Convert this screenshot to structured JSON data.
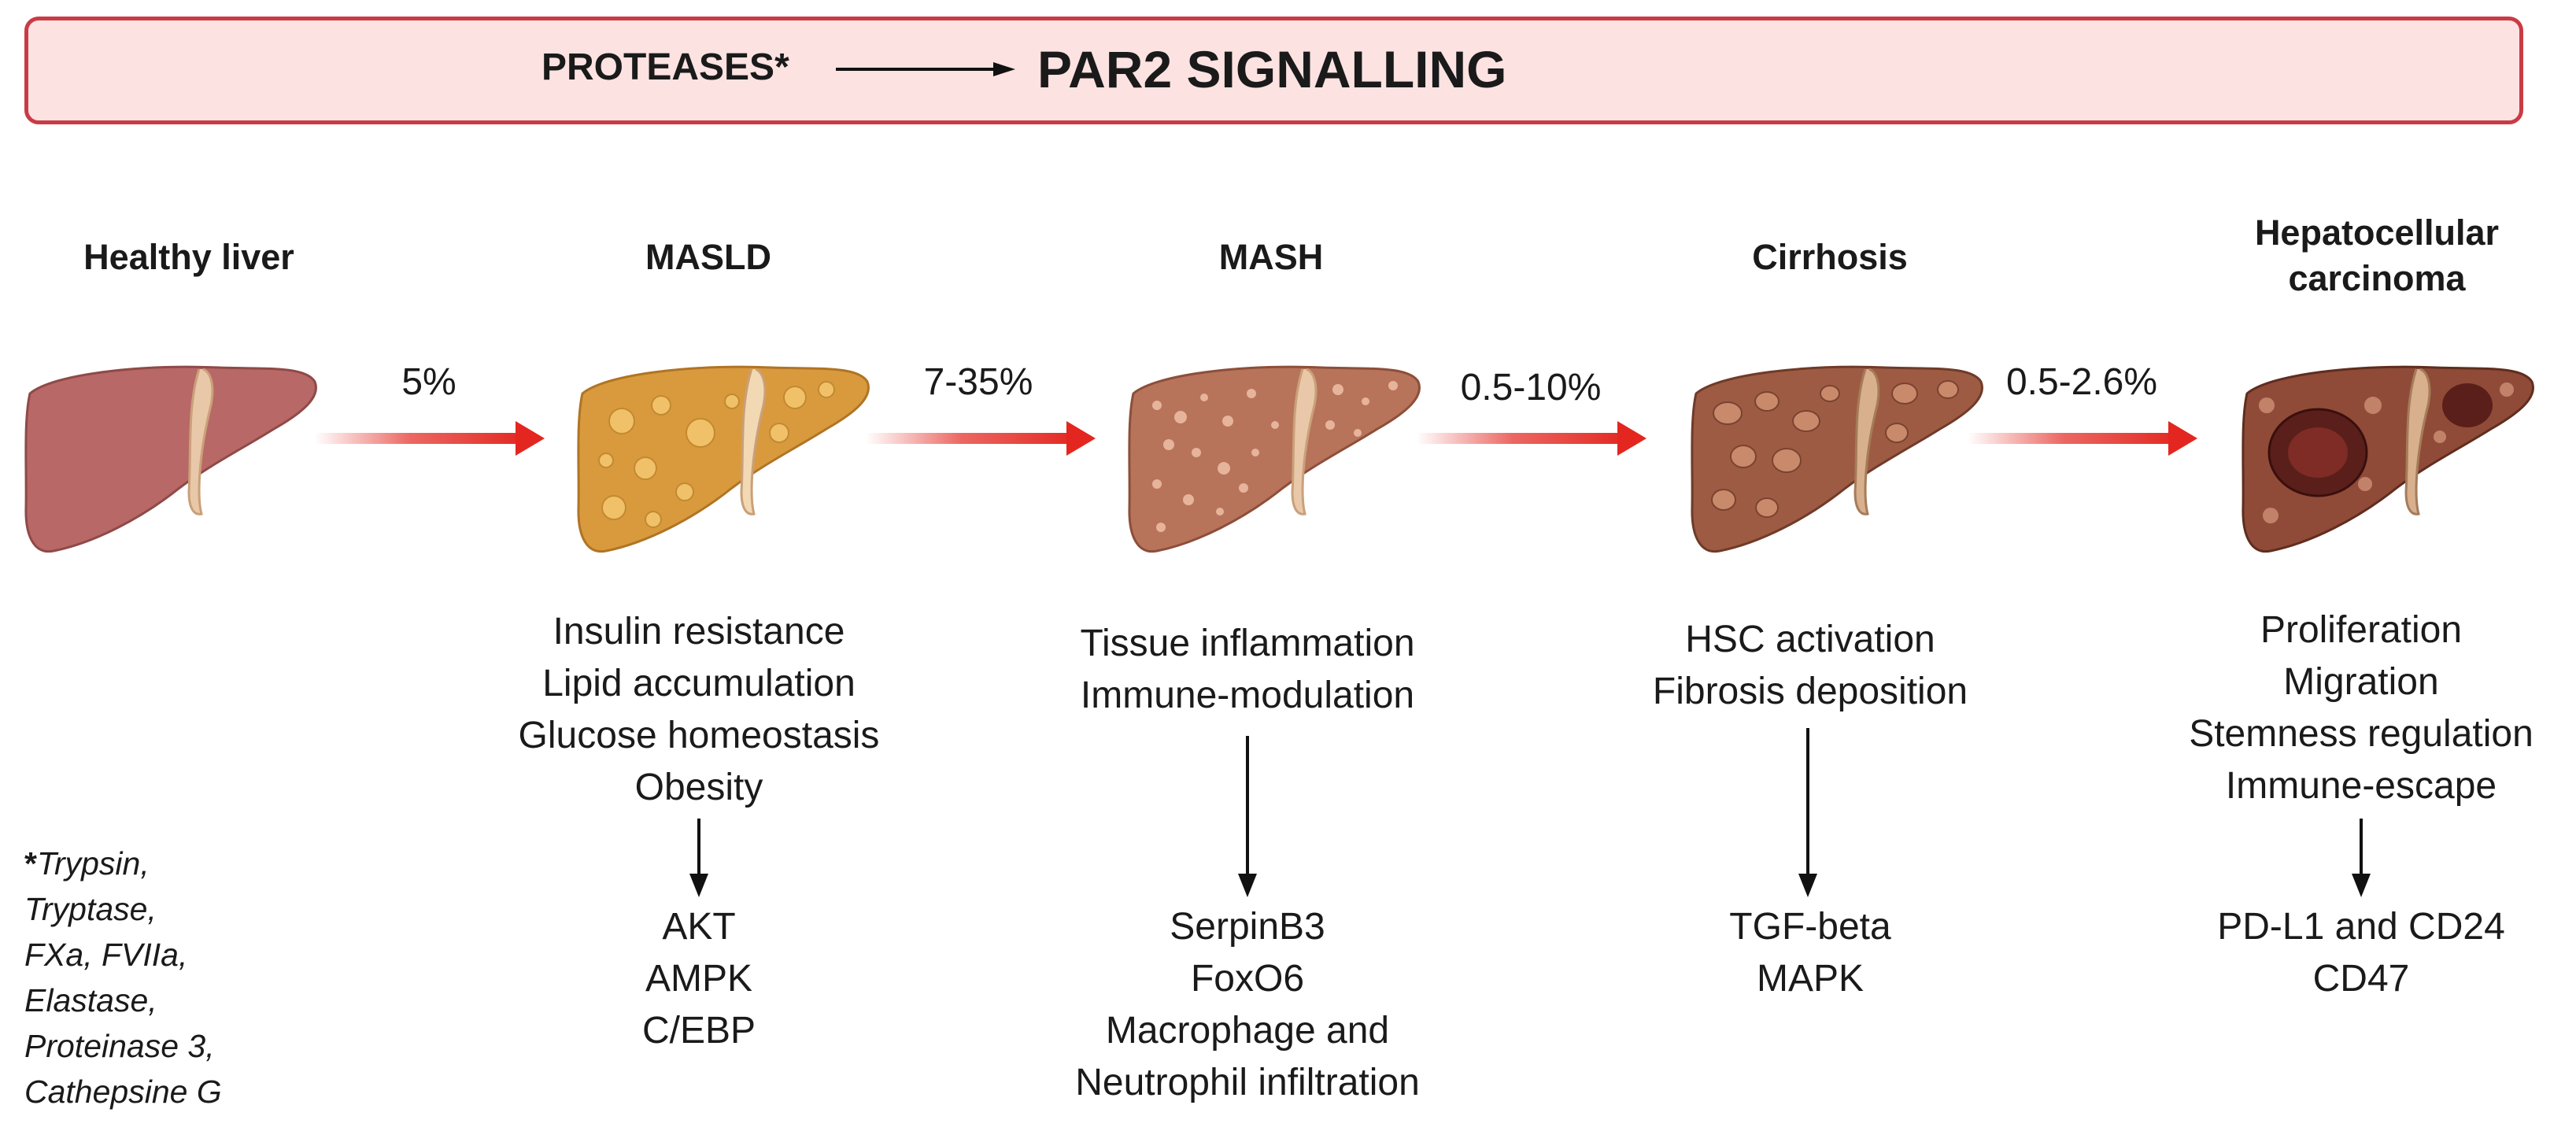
{
  "header": {
    "left_label": "PROTEASES*",
    "right_label": "PAR2 SIGNALLING"
  },
  "stages": [
    {
      "title": "Healthy liver",
      "icon": "healthy-liver-icon",
      "color": "#b86866"
    },
    {
      "title": "MASLD",
      "icon": "fatty-liver-icon",
      "color": "#d99a3e"
    },
    {
      "title": "MASH",
      "icon": "inflamed-liver-icon",
      "color": "#b8735b"
    },
    {
      "title": "Cirrhosis",
      "icon": "cirrhotic-liver-icon",
      "color": "#9e5b43"
    },
    {
      "title": "Hepatocellular carcinoma",
      "title_line1": "Hepatocellular",
      "title_line2": "carcinoma",
      "icon": "tumor-liver-icon",
      "color": "#8f4b37"
    }
  ],
  "transitions": [
    {
      "rate": "5%"
    },
    {
      "rate": "7-35%"
    },
    {
      "rate": "0.5-10%"
    },
    {
      "rate": "0.5-2.6%"
    }
  ],
  "effects": {
    "masld": {
      "processes": [
        "Insulin resistance",
        "Lipid accumulation",
        "Glucose homeostasis",
        "Obesity"
      ],
      "targets": [
        "AKT",
        "AMPK",
        "C/EBP"
      ]
    },
    "mash": {
      "processes": [
        "Tissue inflammation",
        "Immune-modulation"
      ],
      "targets": [
        "SerpinB3",
        "FoxO6",
        "Macrophage and",
        "Neutrophil infiltration"
      ]
    },
    "cirrhosis": {
      "processes": [
        "HSC activation",
        "Fibrosis deposition"
      ],
      "targets": [
        "TGF-beta",
        "MAPK"
      ]
    },
    "hcc": {
      "processes": [
        "Proliferation",
        "Migration",
        "Stemness regulation",
        "Immune-escape"
      ],
      "targets": [
        "PD-L1 and CD24",
        "CD47"
      ]
    }
  },
  "footnote": {
    "star": "*",
    "lines": [
      "Trypsin,",
      "Tryptase,",
      "FXa, FVIIa,",
      "Elastase,",
      "Proteinase 3,",
      "Cathepsine G"
    ]
  },
  "colors": {
    "banner_bg": "#fde2e2",
    "banner_border": "#c93b45",
    "transition_arrow": "#e3261f"
  }
}
